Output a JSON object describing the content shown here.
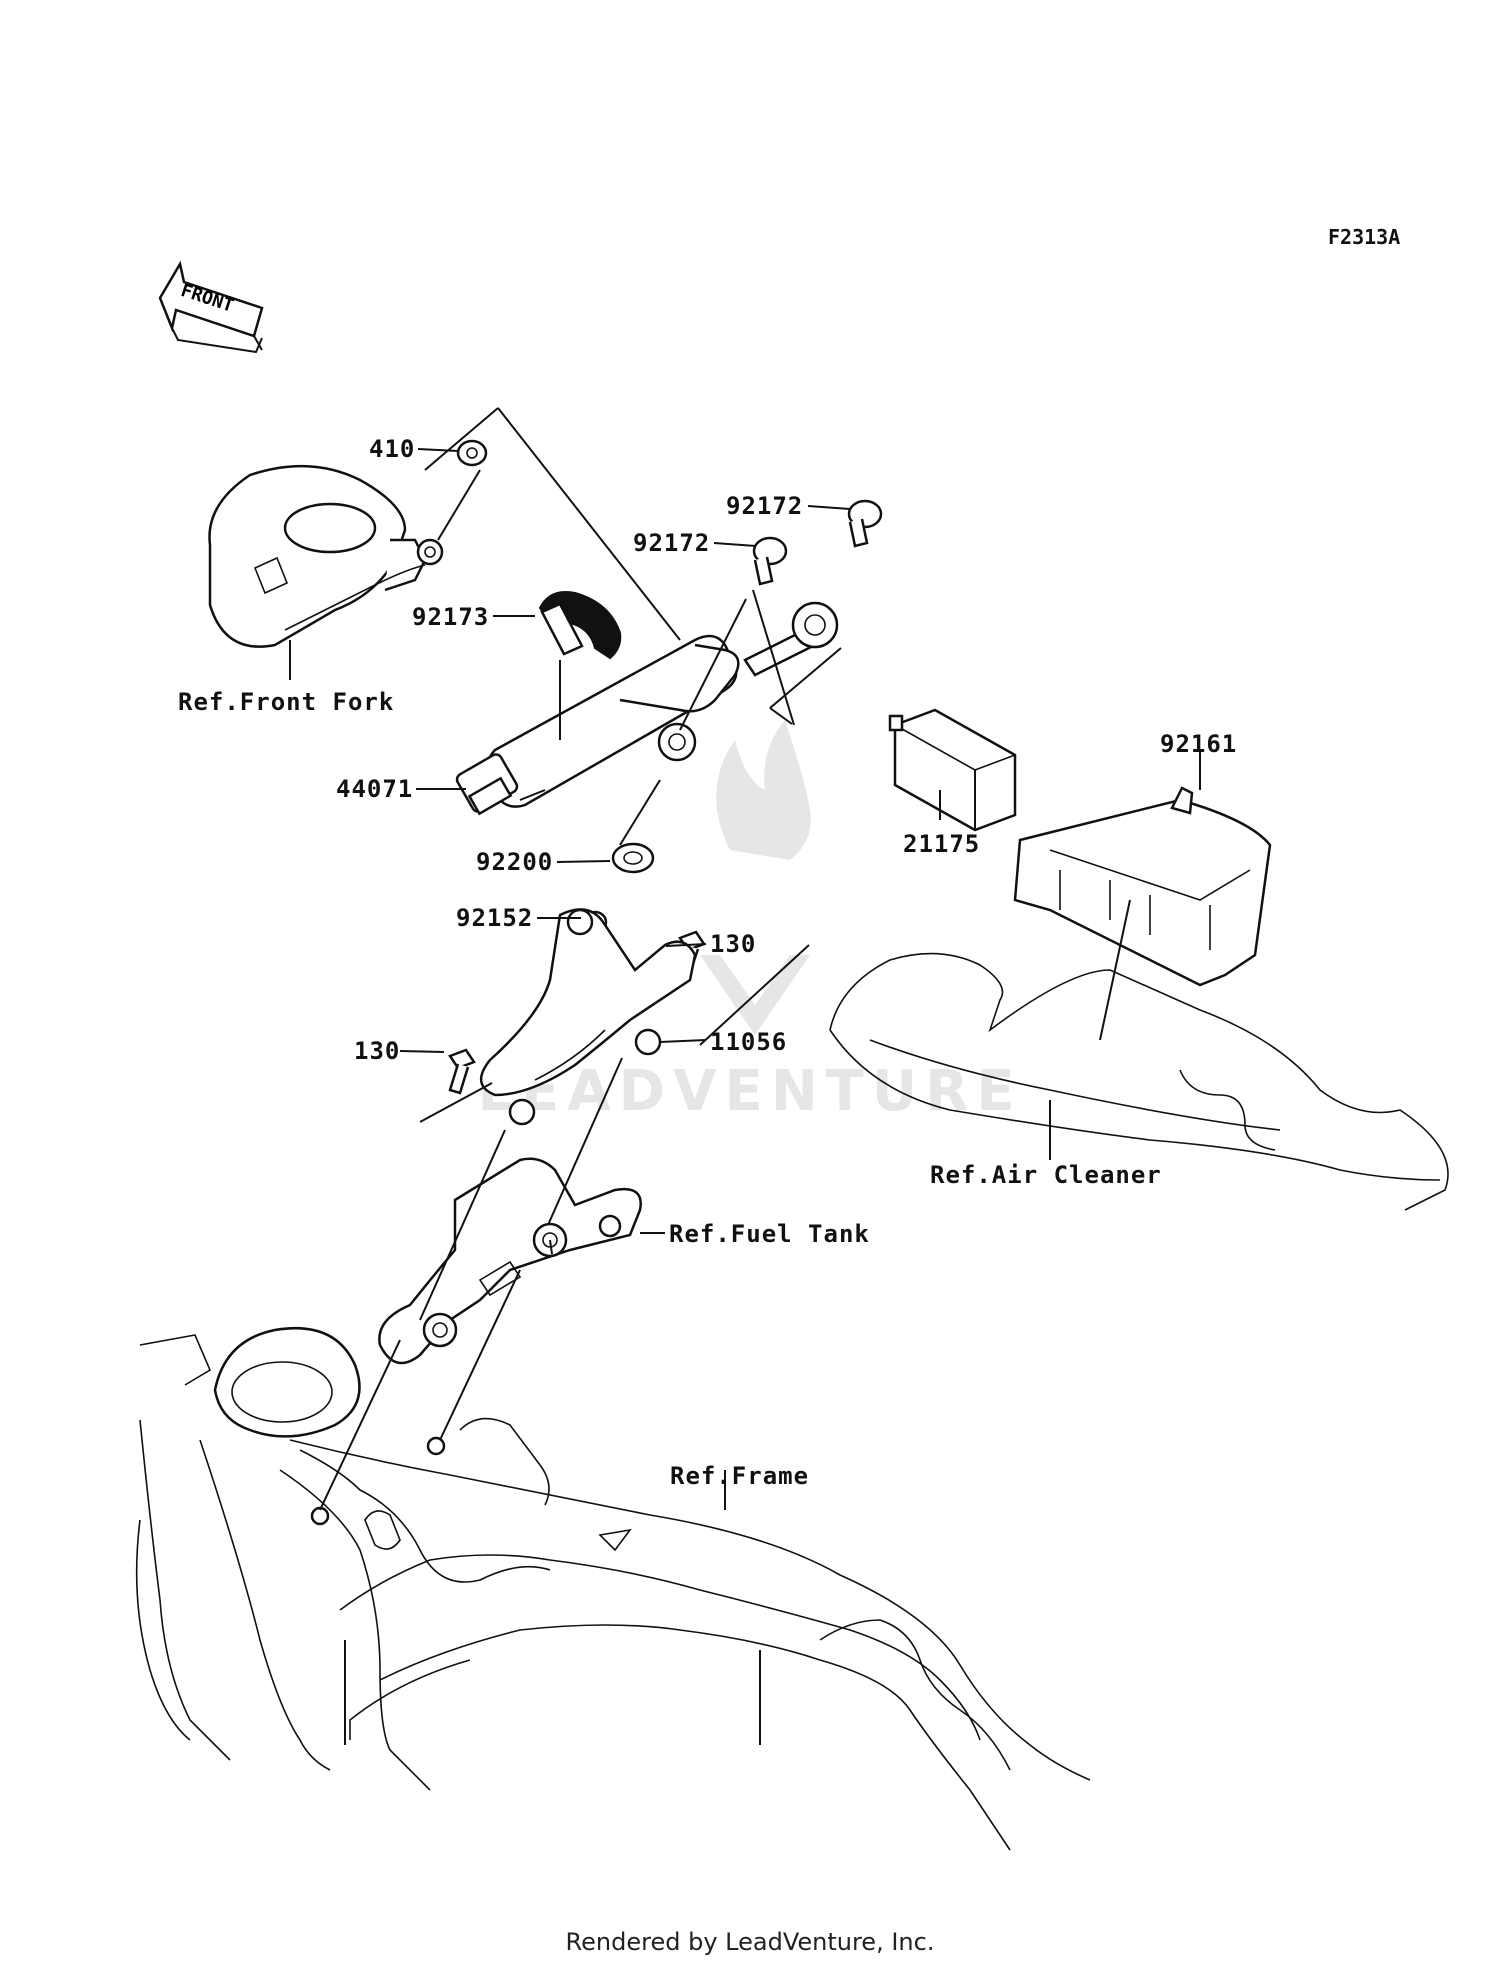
{
  "diagram": {
    "code": "F2313A",
    "front_label": "FRONT",
    "footer": "Rendered by LeadVenture, Inc.",
    "watermark": "LEADVENTURE",
    "callouts": {
      "c410": "410",
      "c92172a": "92172",
      "c92172b": "92172",
      "c92173": "92173",
      "c44071": "44071",
      "c92200": "92200",
      "c92152": "92152",
      "c130a": "130",
      "c130b": "130",
      "c11056": "11056",
      "c21175": "21175",
      "c92161": "92161"
    },
    "refs": {
      "front_fork": "Ref.Front Fork",
      "air_cleaner": "Ref.Air Cleaner",
      "fuel_tank": "Ref.Fuel Tank",
      "frame": "Ref.Frame"
    }
  }
}
